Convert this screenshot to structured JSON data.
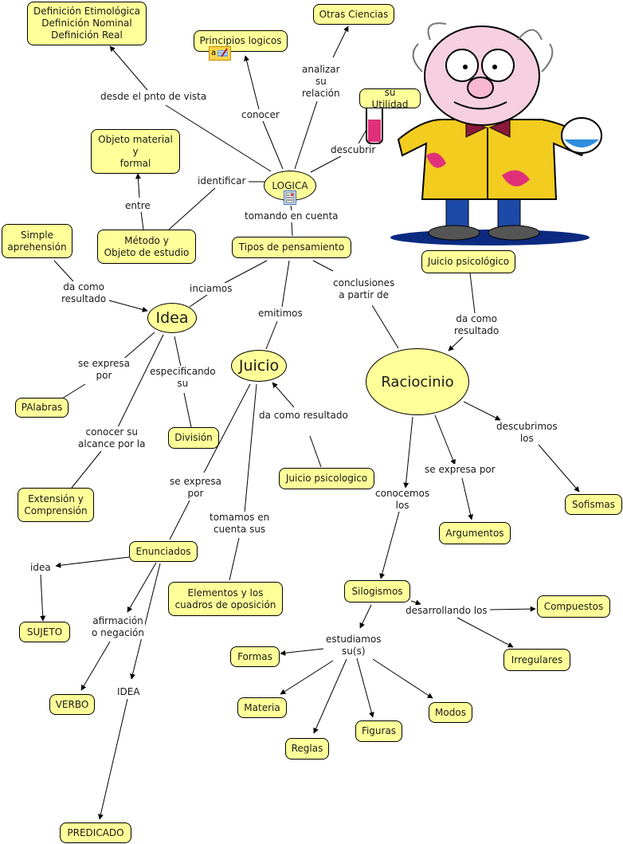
{
  "colors": {
    "node_fill": "#ffff99",
    "node_border": "#000000",
    "line": "#000000"
  },
  "nodes": {
    "definiciones": "Definición Etimológica\nDefinición Nominal\nDefinición Real",
    "principios": "Principios logicos",
    "otras_ciencias": "Otras Ciencias",
    "su_utilidad": "su Utilidad",
    "objeto_material": "Objeto material\ny\nformal",
    "logica": "LOGICA",
    "metodo": "Método y\nObjeto de estudio",
    "simple_aprehension": "Simple\naprehensión",
    "tipos_pensamiento": "Tipos de pensamiento",
    "juicio_psicologico_top": "Juicio psicológico",
    "idea": "Idea",
    "juicio": "Juicio",
    "raciocinio": "Raciocinio",
    "palabras": "PAlabras",
    "division": "División",
    "juicio_psicologico": "Juicio psicologico",
    "extension": "Extensión y\nComprensión",
    "sofismas": "Sofismas",
    "argumentos": "Argumentos",
    "enunciados": "Enunciados",
    "elementos": "Elementos y los\ncuadros de oposición",
    "silogismos": "Silogismos",
    "compuestos": "Compuestos",
    "sujeto": "SUJETO",
    "irregulares": "Irregulares",
    "formas": "Formas",
    "verbo": "VERBO",
    "materia": "Materia",
    "modos": "Modos",
    "figuras": "Figuras",
    "reglas": "Reglas",
    "predicado": "PREDICADO"
  },
  "links": {
    "desde_punto": "desde el pnto de vista",
    "conocer": "conocer",
    "analizar": "analizar\nsu\nrelación",
    "descubrir": "descubrir",
    "identificar": "identificar",
    "entre": "entre",
    "tomando_cuenta": "tomando en cuenta",
    "da_como_resultado_1": "da como\nresultado",
    "iniciamos": "inciamos",
    "conclusiones": "conclusiones\na partir de",
    "emitimos": "emitimos",
    "da_como_resultado_2": "da como\nresultado",
    "se_expresa_por_1": "se expresa\npor",
    "especificando": "especificando\nsu",
    "da_como_resultado_3": "da como resultado",
    "conocer_alcance": "conocer su\nalcance por la",
    "descubrimos": "descubrimos\nlos",
    "se_expresa_por_2": "se expresa por",
    "se_expresa_por_3": "se expresa\npor",
    "conocemos": "conocemos\nlos",
    "tomamos_cuenta": "tomamos en\ncuenta sus",
    "idea_lbl": "idea",
    "afirmacion": "afirmación\no negación",
    "desarrollando": "desarrollando los",
    "estudiamos": "estudiamos\nsu(s)",
    "idea_caps": "IDEA"
  },
  "icons": {
    "note": "annotation-note-icon",
    "resource": "resource-document-icon",
    "illustration": "scientist-illustration"
  }
}
